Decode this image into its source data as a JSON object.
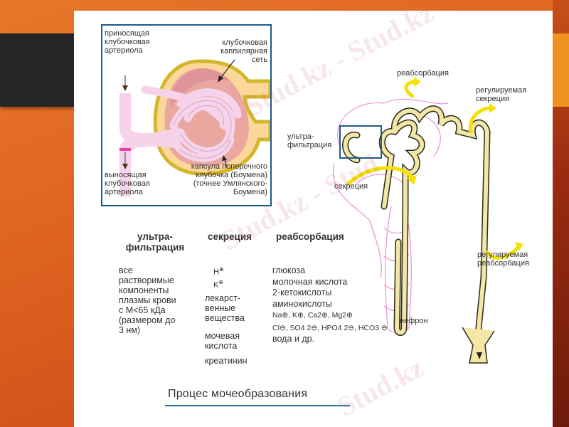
{
  "slide": {
    "title": "Процес мочеобразования",
    "background_color": "#de6420",
    "accent_dark": "#252525",
    "accent_orange": "#ee9320"
  },
  "glomerulus_diagram": {
    "labels": {
      "afferent": [
        "приносящая",
        "клубочковая",
        "артериола"
      ],
      "capillary_net": [
        "клубочковая",
        "каппилярная",
        "сеть"
      ],
      "efferent": [
        "выносящая",
        "клубочковая",
        "артериола"
      ],
      "capsule": [
        "капсула поперечного",
        "клубочка (Боумена)",
        "(точнее Умлянского-",
        "Боумена)"
      ]
    },
    "frame_color": "#1e5a8c"
  },
  "nephron_diagram": {
    "labels": {
      "reabsorption": "реабсорбация",
      "regulated_secretion": [
        "регулируемая",
        "секреция"
      ],
      "ultrafiltration": [
        "ультра-",
        "фильтрация"
      ],
      "secretion": "секреция",
      "regulated_reabsorption": [
        "регулируемая",
        "реабсорбация"
      ],
      "nephron": "нефрон"
    },
    "arrow_color": "#f5e000",
    "tubule_color": "#f3e6a6",
    "capillary_color": "#e58ad8"
  },
  "table": {
    "headers": [
      "ультра-\nфильтрация",
      "секреция",
      "реабсорбация"
    ],
    "header_lines": {
      "ultrafiltration": [
        "ультра-",
        "фильтрация"
      ],
      "secretion": "секреция",
      "reabsorption": "реабсорбация"
    },
    "ultrafiltration": [
      "все",
      "растворимые",
      "компоненты",
      "плазмы крови",
      "с М<65 кДа",
      "(размером до",
      "3 нм)"
    ],
    "secretion": {
      "ions": [
        {
          "symbol": "H",
          "charge": "⊕"
        },
        {
          "symbol": "K",
          "charge": "⊕"
        }
      ],
      "items": [
        [
          "лекарст-",
          "венные",
          "вещества"
        ],
        [
          "мочевая",
          "кислота"
        ],
        [
          "креатинин"
        ]
      ]
    },
    "reabsorption": {
      "items": [
        "глюкоза",
        "молочная кислота",
        "2-кетокислоты",
        "аминокислоты"
      ],
      "cations": "Na⊕, K⊕, Ca2⊕, Mg2⊕",
      "anions": "Cl⊖, SO4 2⊖, HPO4 2⊖, HCO3 ⊖",
      "last": "вода и др."
    }
  },
  "watermark": "Stud.kz - Stud.kz"
}
